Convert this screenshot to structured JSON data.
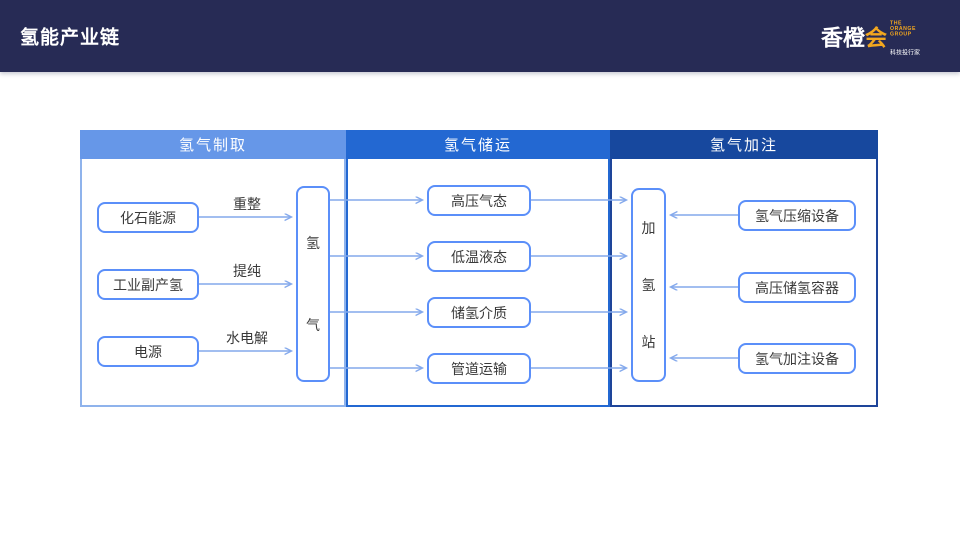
{
  "titlebar": {
    "title": "氢能产业链"
  },
  "logo": {
    "brand_part1": "香橙",
    "brand_part2": "会",
    "group_line1": "THE",
    "group_line2": "ORANGE",
    "group_line3": "GROUP",
    "tagline": "科技投行家"
  },
  "diagram": {
    "sections": [
      {
        "label": "氢气制取"
      },
      {
        "label": "氢气储运"
      },
      {
        "label": "氢气加注"
      }
    ],
    "production": {
      "sources": [
        "化石能源",
        "工业副产氢",
        "电源"
      ],
      "processes": [
        "重整",
        "提纯",
        "水电解"
      ],
      "hydrogen_chars": [
        "氢",
        "气"
      ]
    },
    "storage_methods": [
      "高压气态",
      "低温液态",
      "储氢介质",
      "管道运输"
    ],
    "refueling": {
      "station_chars": [
        "加",
        "氢",
        "站"
      ],
      "equipment": [
        "氢气压缩设备",
        "高压储氢容器",
        "氢气加注设备"
      ]
    }
  },
  "colors": {
    "topbar_bg": "#272B55",
    "header_production": "#6697E8",
    "header_storage": "#2368D2",
    "header_refueling": "#17489E",
    "panel_border_production": "#8FB3EC",
    "panel_border_storage": "#2368D2",
    "panel_border_refueling": "#1E459A",
    "node_border": "#5B8FF9",
    "arrow": "#84A9EC",
    "logo_orange": "#F2A71F"
  }
}
